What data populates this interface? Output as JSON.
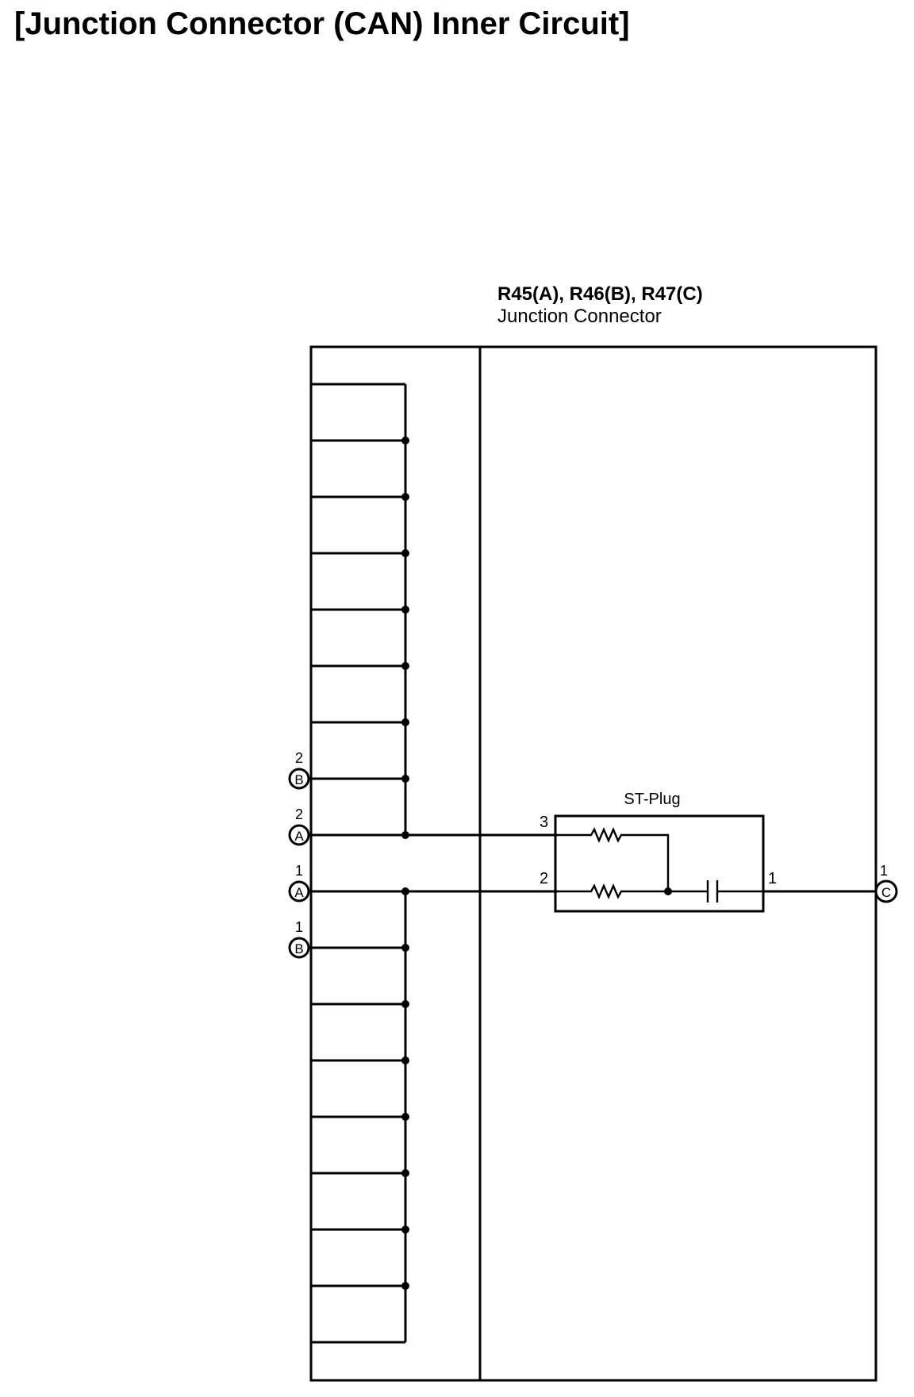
{
  "title": "[Junction Connector (CAN) Inner Circuit]",
  "connector": {
    "ids": "R45(A), R46(B), R47(C)",
    "name": "Junction Connector"
  },
  "plug": {
    "name": "ST-Plug",
    "pins": {
      "p3": "3",
      "p2": "2",
      "p1": "1"
    }
  },
  "terminals": {
    "b2": {
      "letter": "B",
      "pin": "2"
    },
    "a2": {
      "letter": "A",
      "pin": "2"
    },
    "a1": {
      "letter": "A",
      "pin": "1"
    },
    "b1": {
      "letter": "B",
      "pin": "1"
    },
    "c1": {
      "letter": "C",
      "pin": "1"
    }
  }
}
